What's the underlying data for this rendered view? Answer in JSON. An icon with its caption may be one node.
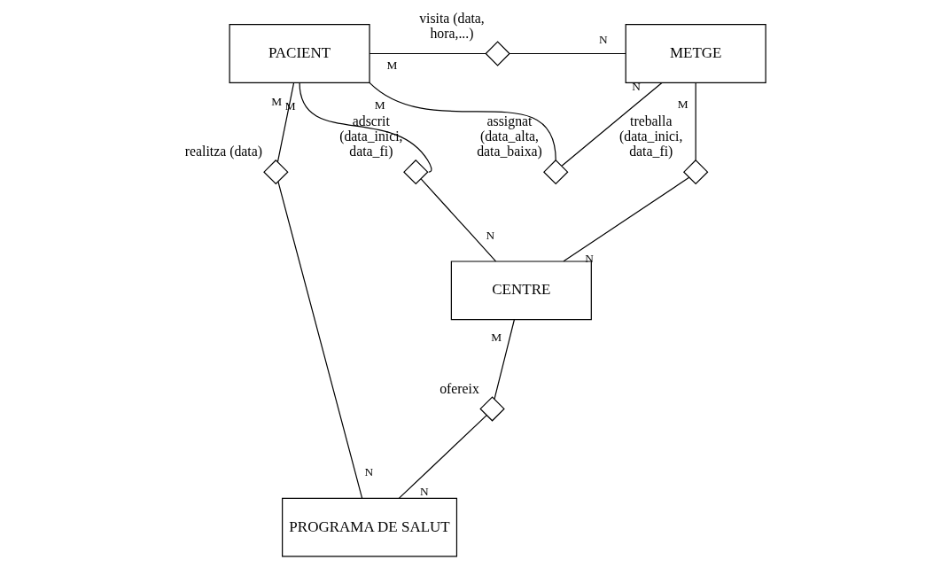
{
  "diagram": {
    "nodes": [
      {
        "text": [
          "PACIENT"
        ]
      },
      {
        "text": [],
        "shape": "diamond",
        "beside": [
          "visita (data, hora,...)"
        ]
      },
      {
        "text": [
          "METGE"
        ]
      },
      {
        "text": [],
        "shape": "diamond",
        "beside": [
          "assignat (data_alta, data_baixa)"
        ]
      },
      {
        "text": [],
        "shape": "diamond",
        "beside": [
          "adscrit (data_inici, data_fi)"
        ]
      },
      {
        "text": [],
        "shape": "diamond",
        "beside": [
          "realitza (data)"
        ]
      },
      {
        "text": [
          "CENTRE"
        ]
      },
      {
        "text": [],
        "shape": "diamond",
        "beside": [
          "treballa (data_inici, data_fi)"
        ]
      },
      {
        "text": [],
        "shape": "diamond",
        "beside": [
          "ofereix"
        ]
      },
      {
        "text": [
          "PROGRAMA DE SALUT"
        ]
      }
    ],
    "edges": [
      {
        "from": 0,
        "to": 1,
        "arrow": "none",
        "label": "M"
      },
      {
        "from": 1,
        "to": 2,
        "arrow": "none",
        "label": "N"
      },
      {
        "from": 0,
        "to": 3,
        "arrow": "none",
        "label": "M"
      },
      {
        "from": 3,
        "to": 2,
        "arrow": "none",
        "label": "N"
      },
      {
        "from": 0,
        "to": 4,
        "arrow": "none",
        "label": "M"
      },
      {
        "from": 4,
        "to": 6,
        "arrow": "none",
        "label": "N"
      },
      {
        "from": 0,
        "to": 5,
        "arrow": "none",
        "label": "M"
      },
      {
        "from": 5,
        "to": 9,
        "arrow": "none",
        "label": "N"
      },
      {
        "from": 2,
        "to": 7,
        "arrow": "none",
        "label": "M"
      },
      {
        "from": 7,
        "to": 6,
        "arrow": "none",
        "label": "N"
      },
      {
        "from": 6,
        "to": 8,
        "arrow": "none",
        "label": "M"
      },
      {
        "from": 8,
        "to": 9,
        "arrow": "none",
        "label": "N"
      }
    ]
  }
}
